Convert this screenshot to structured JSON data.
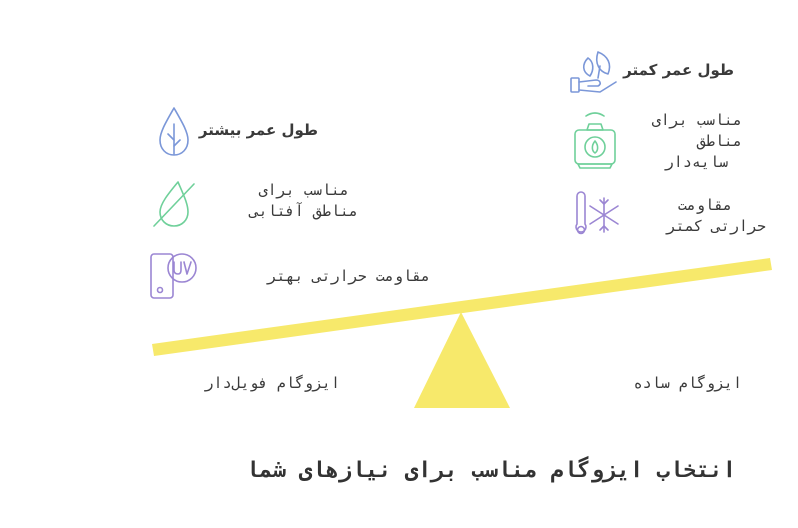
{
  "title": "انتخاب ایزوگام مناسب برای نیازهای شما",
  "left": {
    "label": "ایزوگام فویل‌دار",
    "features": [
      {
        "icon": "water-drop-icon",
        "lines": [
          "طول عمر بیشتر"
        ]
      },
      {
        "icon": "no-shade-icon",
        "lines": [
          "مناسب برای",
          "مناطق آفتابی"
        ]
      },
      {
        "icon": "uv-resistance-icon",
        "lines": [
          "مقاومت حرارتی بهتر"
        ]
      }
    ]
  },
  "right": {
    "label": "ایزوگام ساده",
    "features": [
      {
        "icon": "plant-hand-icon",
        "lines": [
          "طول عمر کمتر"
        ]
      },
      {
        "icon": "lantern-icon",
        "lines": [
          "مناسب برای",
          "مناطق",
          "سایه‌دار"
        ]
      },
      {
        "icon": "thermometer-snow-icon",
        "lines": [
          "مقاومت",
          "حرارتی کمتر"
        ]
      }
    ]
  },
  "colors": {
    "beam": "#f7e96b",
    "fulcrum": "#f7e96b",
    "left_icons": "#7b97d8",
    "green_icon": "#6fd09a",
    "right_icons": "#7b97d8",
    "thermo_icon": "#9b86d3",
    "uv_icon": "#9b86d3"
  }
}
